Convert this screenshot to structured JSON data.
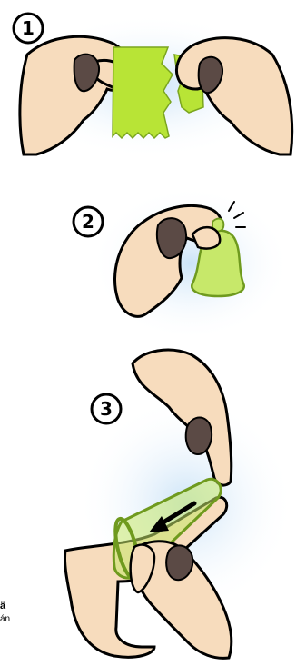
{
  "steps": [
    {
      "number": "1"
    },
    {
      "number": "2"
    },
    {
      "number": "3"
    }
  ],
  "caption": {
    "title": "ä",
    "subtitle": "án"
  },
  "colors": {
    "skin": "#f7dcbd",
    "skin_shadow": "#e9b98f",
    "condom": "#c7e86a",
    "wrapper": "#b8e436",
    "glow": "#cfe4f7",
    "outline": "#000000"
  }
}
